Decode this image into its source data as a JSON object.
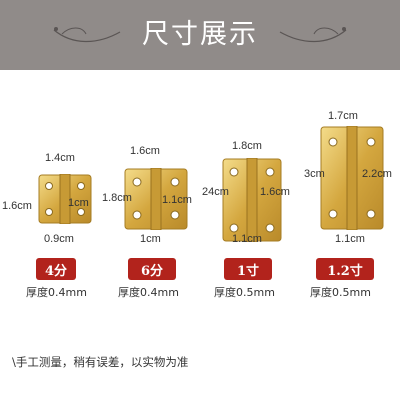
{
  "title": "尺寸展示",
  "colors": {
    "banner": "#908b89",
    "badge": "#b2231c",
    "brass": "#d9b24a"
  },
  "hinges": [
    {
      "size_label": "4分",
      "thickness": "厚度0.4mm",
      "top_width": "1.4cm",
      "height": "1.6cm",
      "inner_height": "1cm",
      "bottom_width": "0.9cm"
    },
    {
      "size_label": "6分",
      "thickness": "厚度0.4mm",
      "top_width": "1.6cm",
      "height": "1.8cm",
      "inner_height": "1.1cm",
      "bottom_width": "1cm"
    },
    {
      "size_label": "1寸",
      "thickness": "厚度0.5mm",
      "top_width": "1.8cm",
      "height": "24cm",
      "inner_height": "1.6cm",
      "bottom_width": "1.1cm"
    },
    {
      "size_label": "1.2寸",
      "thickness": "厚度0.5mm",
      "top_width": "1.7cm",
      "height": "3cm",
      "inner_height": "2.2cm",
      "bottom_width": "1.1cm"
    }
  ],
  "note": "\\手工测量，稍有误差，以实物为准"
}
